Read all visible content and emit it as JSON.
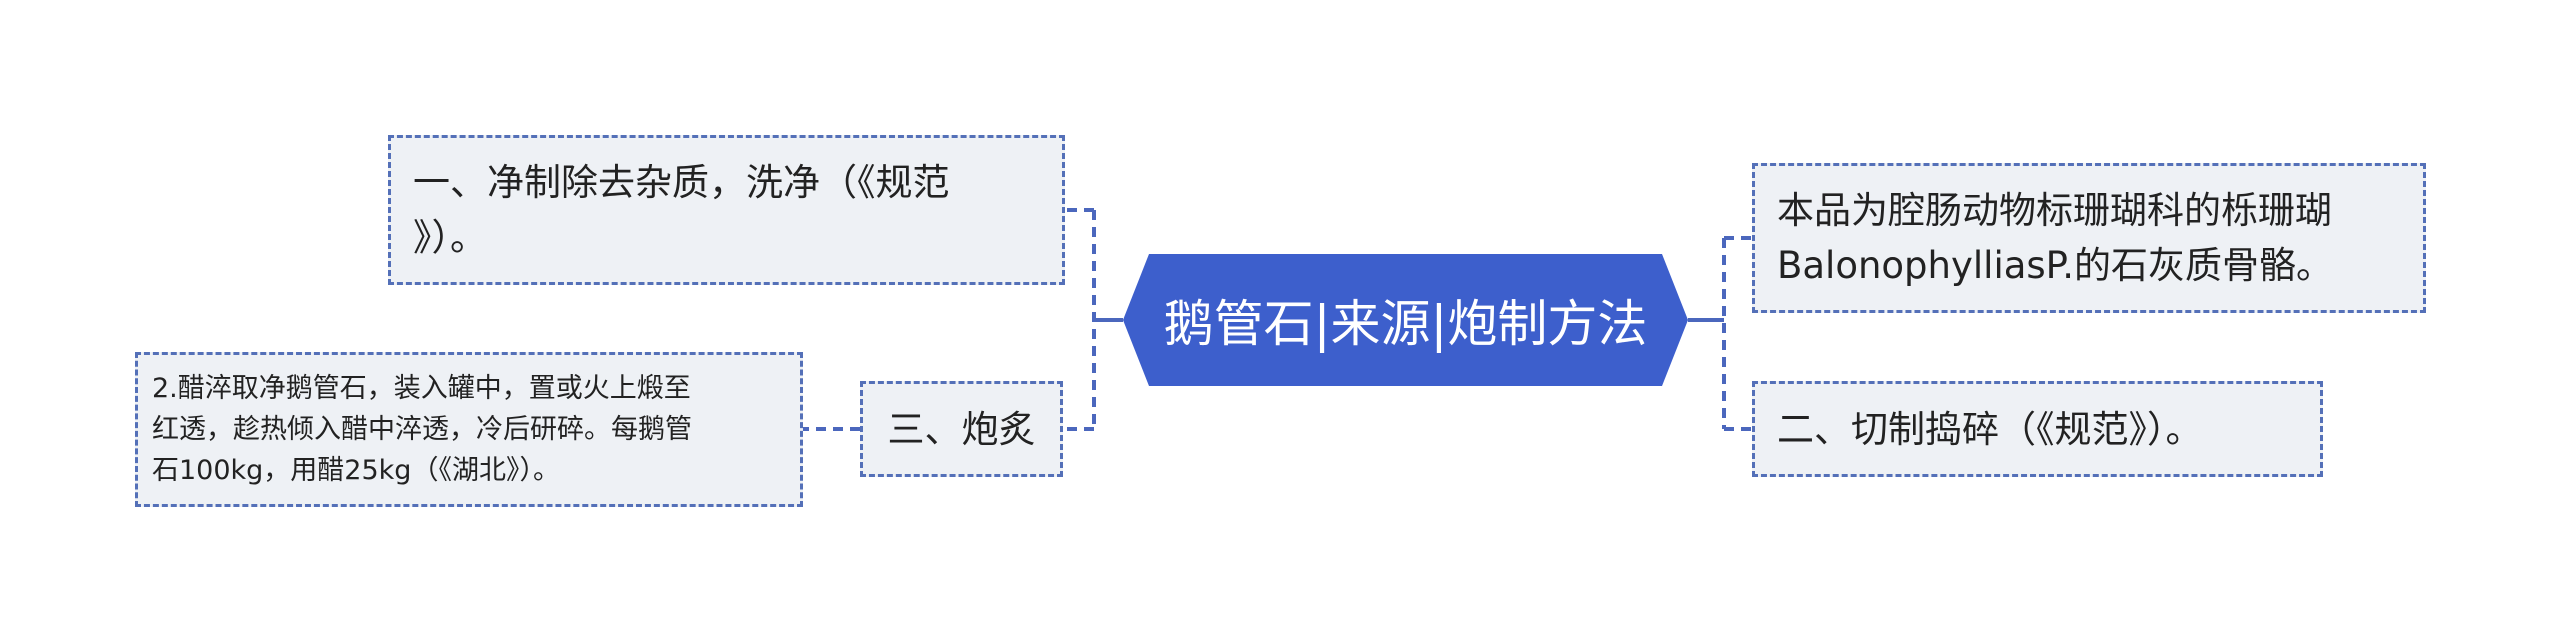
{
  "diagram": {
    "center": {
      "title": "鹅管石|来源|炮制方法"
    },
    "left_branches": [
      {
        "id": "branch-1",
        "text": "一、净制除去杂质，洗净（《规范\n》）。"
      },
      {
        "id": "branch-3",
        "text": "三、炮炙"
      }
    ],
    "detail_nodes": [
      {
        "id": "detail-3",
        "text": "2.醋淬取净鹅管石，装入罐中，置或火上煅至\n红透，趁热倾入醋中淬透，冷后研碎。每鹅管\n石100kg，用醋25kg（《湖北》）。"
      }
    ],
    "right_branches": [
      {
        "id": "source",
        "text": "本品为腔肠动物标珊瑚科的栎珊瑚\nBalonophylliasP.的石灰质骨骼。"
      },
      {
        "id": "branch-2",
        "text": "二、切制捣碎（《规范》）。"
      }
    ],
    "colors": {
      "center_fill": "#3d5fcc",
      "center_text": "#ffffff",
      "node_fill": "#eef1f5",
      "border": "#5470b8",
      "connector": "#4b67bd",
      "text": "#222222"
    }
  }
}
